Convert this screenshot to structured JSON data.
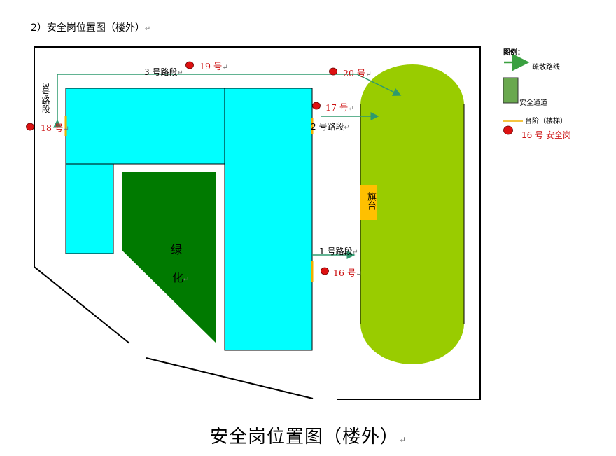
{
  "heading": "2）安全岗位置图（楼外）",
  "caption": "安全岗位置图（楼外）",
  "route_labels": {
    "route3_top": "3 号路段",
    "route3_side": "3号路段",
    "route2": "2 号路段",
    "route1": "1 号路段"
  },
  "posts": {
    "p19": "19 号",
    "p20": "20 号",
    "p17": "17 号",
    "p18": "18 号",
    "p16": "16 号"
  },
  "green_area": [
    "绿",
    "化"
  ],
  "flag_platform": "旗台",
  "legend": {
    "title": "图例：",
    "arrow": "疏散路线",
    "green": "安全通道",
    "line": "台阶（楼梯）",
    "post": "16 号  安全岗"
  },
  "colors": {
    "building": "#00ffff",
    "green_area": "#007a00",
    "field": "#99cc00",
    "arrow": "#2e9a6e",
    "post": "#dd1111",
    "flag": "#ffc000"
  }
}
